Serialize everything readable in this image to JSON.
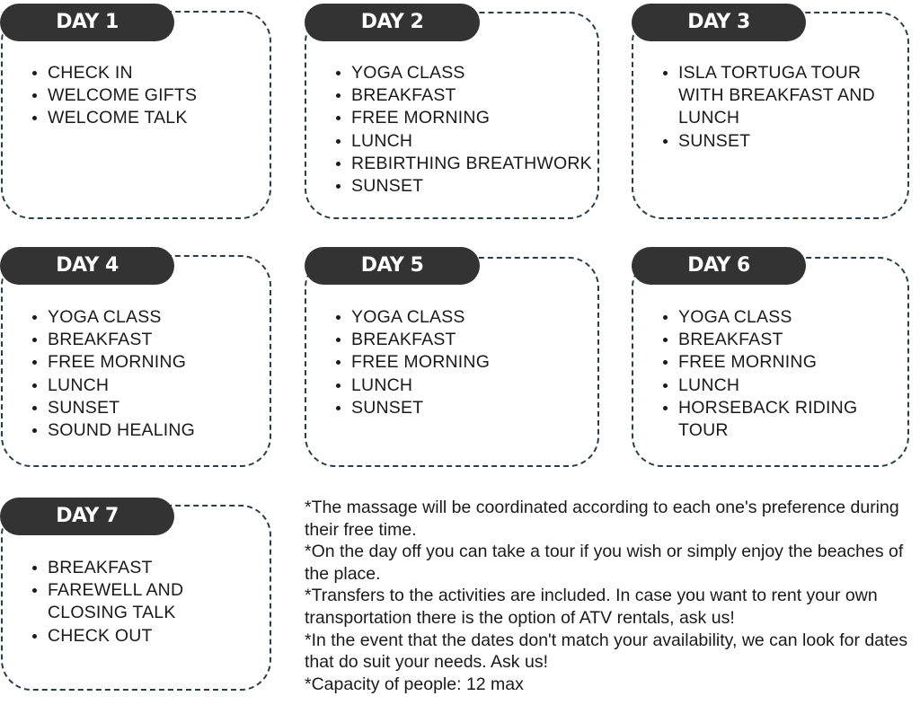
{
  "days": [
    {
      "label": "DAY 1",
      "items": [
        "CHECK IN",
        "WELCOME GIFTS",
        "WELCOME TALK"
      ]
    },
    {
      "label": "DAY 2",
      "items": [
        "YOGA CLASS",
        "BREAKFAST",
        "FREE MORNING",
        "LUNCH",
        "REBIRTHING BREATHWORK",
        "SUNSET"
      ]
    },
    {
      "label": "DAY 3",
      "items": [
        "ISLA TORTUGA TOUR WITH BREAKFAST AND LUNCH",
        "SUNSET"
      ]
    },
    {
      "label": "DAY 4",
      "items": [
        "YOGA CLASS",
        "BREAKFAST",
        "FREE MORNING",
        "LUNCH",
        "SUNSET",
        "SOUND HEALING"
      ]
    },
    {
      "label": "DAY 5",
      "items": [
        "YOGA CLASS",
        "BREAKFAST",
        "FREE MORNING",
        "LUNCH",
        "SUNSET"
      ]
    },
    {
      "label": "DAY 6",
      "items": [
        "YOGA CLASS",
        "BREAKFAST",
        "FREE MORNING",
        "LUNCH",
        "HORSEBACK RIDING TOUR"
      ]
    },
    {
      "label": "DAY 7",
      "items": [
        "BREAKFAST",
        "FAREWELL AND CLOSING TALK",
        "CHECK OUT"
      ]
    }
  ],
  "notes": [
    "*The massage will be coordinated according to each one's preference during their free time.",
    "*On the day off you can take a tour if you wish or simply enjoy the beaches of the place.",
    "*Transfers to the activities are included. In case you want to rent your own transportation there is the option of ATV rentals, ask us!",
    "*In the event that the dates don't match your availability, we can look for dates that do suit your needs. Ask us!",
    "*Capacity of people: 12 max"
  ]
}
